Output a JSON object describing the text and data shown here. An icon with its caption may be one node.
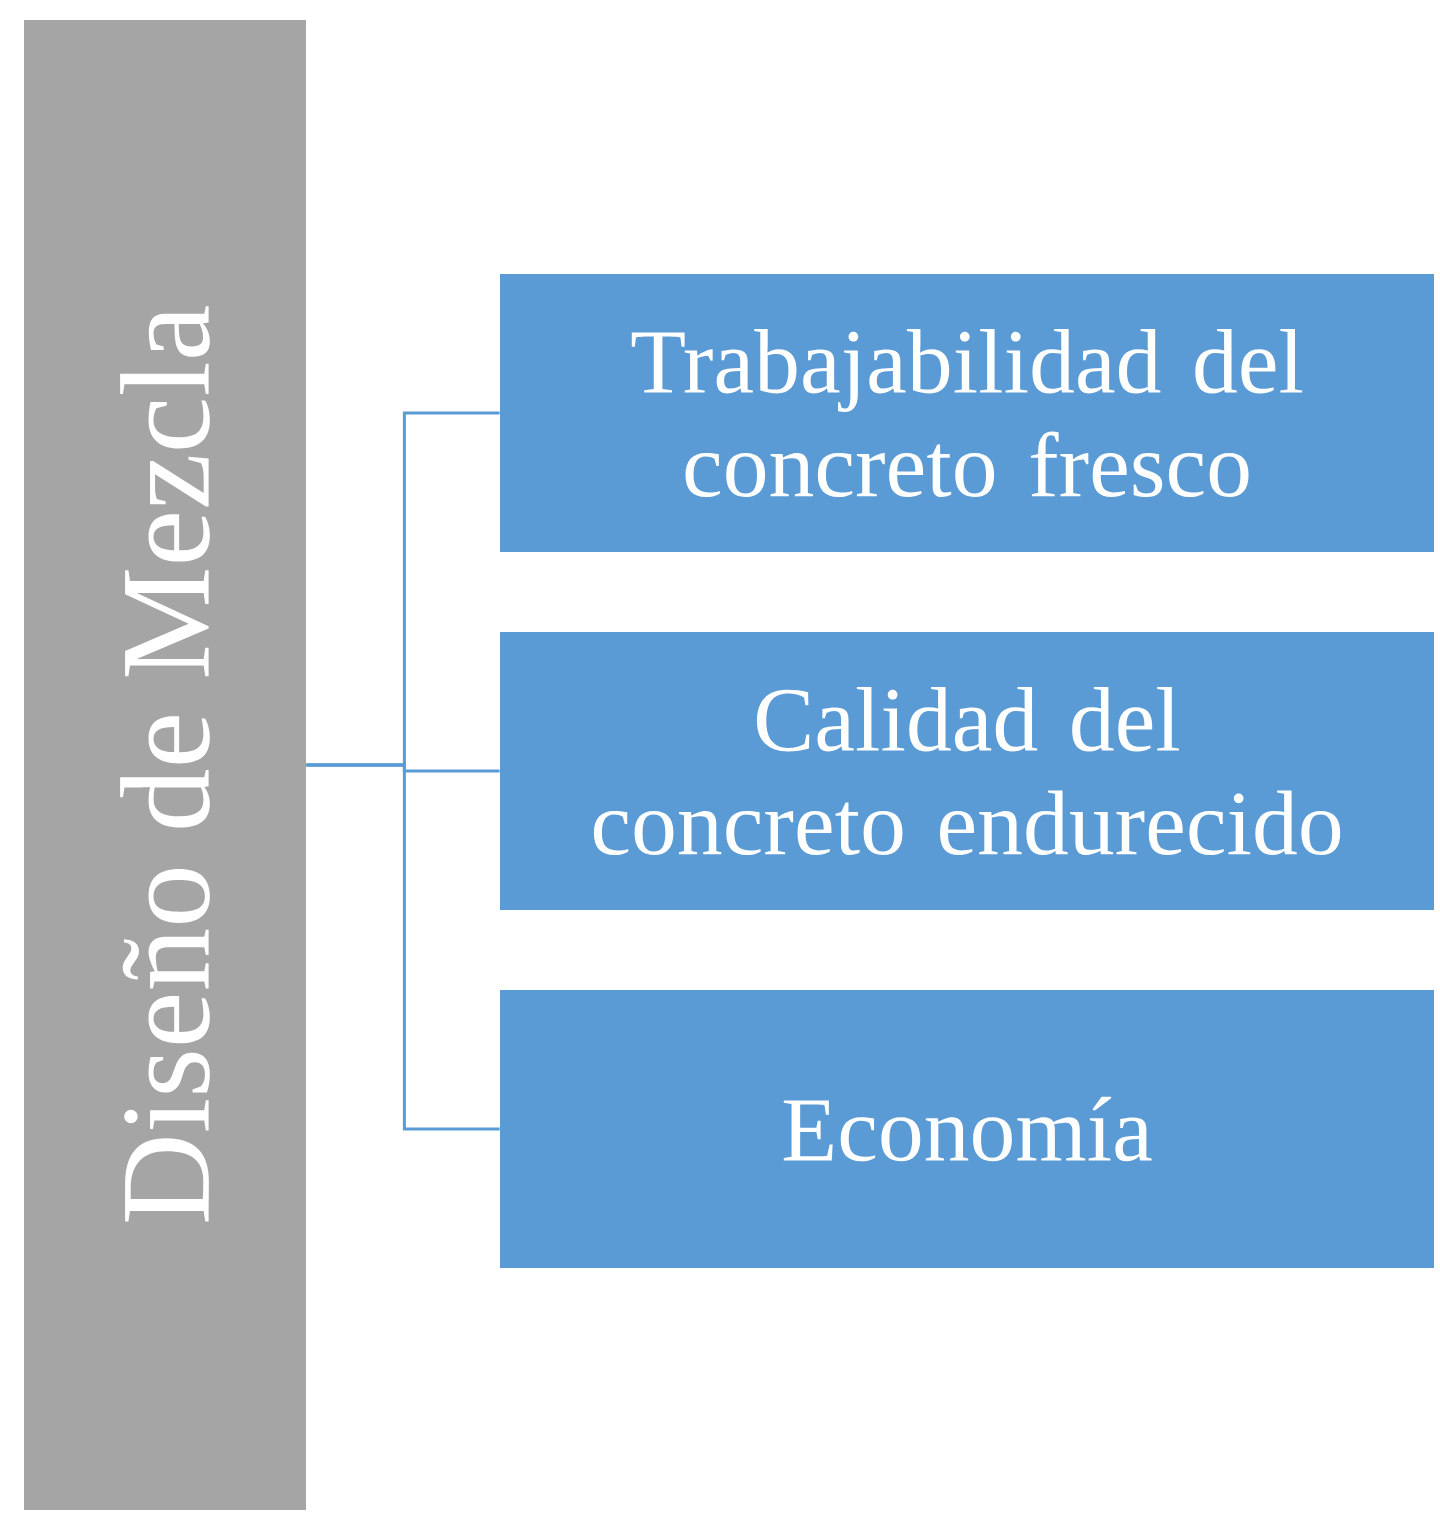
{
  "diagram": {
    "nodes": [
      {
        "text": [
          "Diseño de Mezcla"
        ]
      },
      {
        "text": [
          "Trabajabilidad del concreto fresco"
        ]
      },
      {
        "text": [
          "Calidad del concreto endurecido"
        ]
      },
      {
        "text": [
          "Economía"
        ]
      }
    ],
    "edges": [
      {
        "from": 0,
        "to": 1,
        "arrow": "none"
      },
      {
        "from": 0,
        "to": 2,
        "arrow": "none"
      },
      {
        "from": 0,
        "to": 3,
        "arrow": "none"
      }
    ]
  }
}
